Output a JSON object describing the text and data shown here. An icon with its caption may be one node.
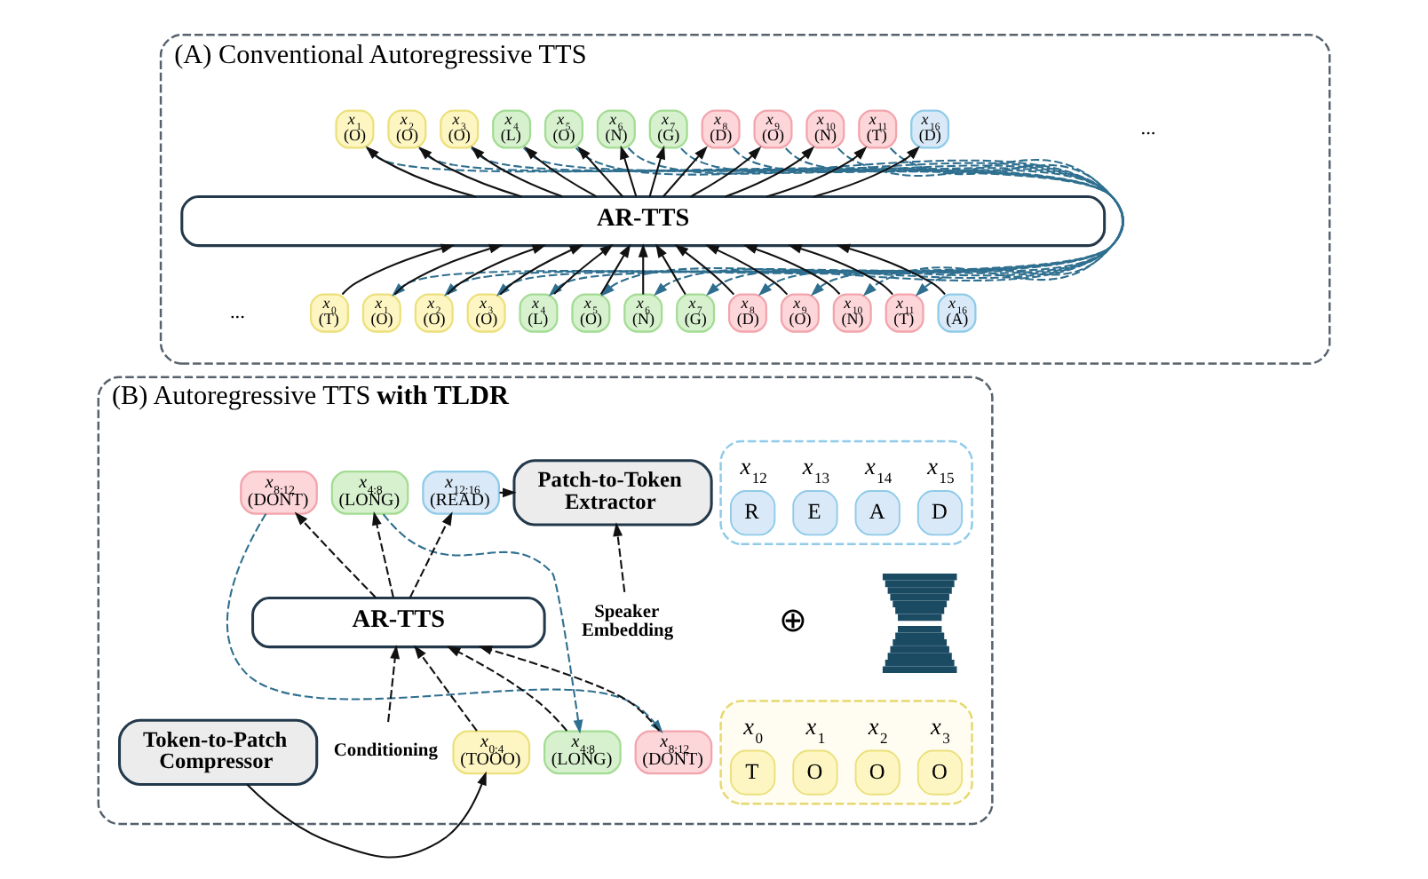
{
  "diagram": {
    "nodes": [
      {
        "text": [
          "(A) Conventional Autoregressive TTS"
        ]
      },
      {
        "text": [
          "*x*$_{1}$",
          "(O)"
        ],
        "in": 0
      },
      {
        "text": [
          "*x*$_{2}$",
          "(O)"
        ],
        "in": 0
      },
      {
        "text": [
          "*x*$_{3}$",
          "(O)"
        ],
        "in": 0
      },
      {
        "text": [
          "*x*$_{4}$",
          "(L)"
        ],
        "in": 0
      },
      {
        "text": [
          "*x*$_{5}$",
          "(O)"
        ],
        "in": 0
      },
      {
        "text": [
          "*x*$_{6}$",
          "(N)"
        ],
        "in": 0
      },
      {
        "text": [
          "*x*$_{7}$",
          "(G)"
        ],
        "in": 0
      },
      {
        "text": [
          "*x*$_{8}$",
          "(D)"
        ],
        "in": 0
      },
      {
        "text": [
          "*x*$_{9}$",
          "(O)"
        ],
        "in": 0
      },
      {
        "text": [
          "*x*$_{10}$",
          "(N)"
        ],
        "in": 0
      },
      {
        "text": [
          "*x*$_{11}$",
          "(T)"
        ],
        "in": 0
      },
      {
        "text": [
          "*x*$_{16}$",
          "(D)"
        ],
        "in": 0
      },
      {
        "text": [
          "AR-TTS"
        ],
        "in": 0
      },
      {
        "text": [
          "*x*$_{0}$",
          "(T)"
        ],
        "in": 0
      },
      {
        "text": [
          "*x*$_{1}$",
          "(O)"
        ],
        "in": 0
      },
      {
        "text": [
          "*x*$_{2}$",
          "(O)"
        ],
        "in": 0
      },
      {
        "text": [
          "*x*$_{3}$",
          "(O)"
        ],
        "in": 0
      },
      {
        "text": [
          "*x*$_{4}$",
          "(L)"
        ],
        "in": 0
      },
      {
        "text": [
          "*x*$_{5}$",
          "(O)"
        ],
        "in": 0
      },
      {
        "text": [
          "*x*$_{6}$",
          "(N)"
        ],
        "in": 0
      },
      {
        "text": [
          "*x*$_{7}$",
          "(G)"
        ],
        "in": 0
      },
      {
        "text": [
          "*x*$_{8}$",
          "(D)"
        ],
        "in": 0
      },
      {
        "text": [
          "*x*$_{9}$",
          "(O)"
        ],
        "in": 0
      },
      {
        "text": [
          "*x*$_{10}$",
          "(N)"
        ],
        "in": 0
      },
      {
        "text": [
          "*x*$_{11}$",
          "(T)"
        ],
        "in": 0
      },
      {
        "text": [
          "*x*$_{16}$",
          "(A)"
        ],
        "in": 0
      },
      {
        "text": [
          "(B) Autoregressive TTS **with TLDR**"
        ]
      },
      {
        "text": [
          "*x*$_{4:8}$",
          "(LONG)"
        ],
        "in": 27
      },
      {
        "text": [
          "*x*$_{8:12}$",
          "(DONT)"
        ],
        "in": 27
      },
      {
        "text": [
          "*x*$_{12:16}$",
          "(READ)"
        ],
        "in": 27
      },
      {
        "text": [
          "Patch-to-Token Extractor"
        ],
        "in": 27
      },
      {
        "text": [],
        "shape": "box",
        "in": 27
      },
      {
        "text": [
          "*x*$_{12}$",
          "R"
        ],
        "in": 32
      },
      {
        "text": [
          "*x*$_{13}$",
          "E"
        ],
        "in": 32
      },
      {
        "text": [
          "*x*$_{14}$",
          "A"
        ],
        "in": 32
      },
      {
        "text": [
          "*x*$_{15}$",
          "D"
        ],
        "in": 32
      },
      {
        "text": [
          "AR-TTS"
        ],
        "in": 27
      },
      {
        "text": [],
        "shape": "hourglass",
        "in": 27
      },
      {
        "text": [
          "Speaker Embedding"
        ],
        "in": 27
      },
      {
        "text": [
          "Conditioning"
        ],
        "in": 27
      },
      {
        "text": [
          "*x*$_{0:4}$",
          "(TOOO)"
        ],
        "in": 27
      },
      {
        "text": [
          "*x*$_{4:8}$",
          "(LONG)"
        ],
        "in": 27
      },
      {
        "text": [
          "*x*$_{8:12}$",
          "(DONT)"
        ],
        "in": 27
      },
      {
        "text": [],
        "shape": "box",
        "in": 27
      },
      {
        "text": [
          "*x*$_{0}$",
          "T"
        ],
        "in": 44
      },
      {
        "text": [
          "*x*$_{1}$",
          "O"
        ],
        "in": 44
      },
      {
        "text": [
          "*x*$_{2}$",
          "O"
        ],
        "in": 44
      },
      {
        "text": [
          "*x*$_{3}$",
          "O"
        ],
        "in": 44
      },
      {
        "text": [
          "Token-to-Patch Compressor"
        ],
        "in": 27
      }
    ],
    "edges": [
      {
        "from": 14,
        "to": 13,
        "arrow": "to"
      },
      {
        "from": 15,
        "to": 13,
        "arrow": "to"
      },
      {
        "from": 16,
        "to": 13,
        "arrow": "to"
      },
      {
        "from": 17,
        "to": 13,
        "arrow": "to"
      },
      {
        "from": 18,
        "to": 13,
        "arrow": "to"
      },
      {
        "from": 19,
        "to": 13,
        "arrow": "to"
      },
      {
        "from": 20,
        "to": 13,
        "arrow": "to"
      },
      {
        "from": 21,
        "to": 13,
        "arrow": "to"
      },
      {
        "from": 22,
        "to": 13,
        "arrow": "to"
      },
      {
        "from": 23,
        "to": 13,
        "arrow": "to"
      },
      {
        "from": 24,
        "to": 13,
        "arrow": "to"
      },
      {
        "from": 25,
        "to": 13,
        "arrow": "to"
      },
      {
        "from": 26,
        "to": 13,
        "arrow": "to"
      },
      {
        "from": 13,
        "to": 1,
        "arrow": "to"
      },
      {
        "from": 13,
        "to": 2,
        "arrow": "to"
      },
      {
        "from": 13,
        "to": 3,
        "arrow": "to"
      },
      {
        "from": 13,
        "to": 4,
        "arrow": "to"
      },
      {
        "from": 13,
        "to": 5,
        "arrow": "to"
      },
      {
        "from": 13,
        "to": 6,
        "arrow": "to"
      },
      {
        "from": 13,
        "to": 7,
        "arrow": "to"
      },
      {
        "from": 13,
        "to": 8,
        "arrow": "to"
      },
      {
        "from": 13,
        "to": 9,
        "arrow": "to"
      },
      {
        "from": 13,
        "to": 10,
        "arrow": "to"
      },
      {
        "from": 13,
        "to": 11,
        "arrow": "to"
      },
      {
        "from": 13,
        "to": 12,
        "arrow": "to"
      },
      {
        "from": 1,
        "to": 15,
        "arrow": "to",
        "style": "dashed",
        "color": "#2f6f8f"
      },
      {
        "from": 2,
        "to": 16,
        "arrow": "to",
        "style": "dashed",
        "color": "#2f6f8f"
      },
      {
        "from": 3,
        "to": 17,
        "arrow": "to",
        "style": "dashed",
        "color": "#2f6f8f"
      },
      {
        "from": 4,
        "to": 18,
        "arrow": "to",
        "style": "dashed",
        "color": "#2f6f8f"
      },
      {
        "from": 5,
        "to": 19,
        "arrow": "to",
        "style": "dashed",
        "color": "#2f6f8f"
      },
      {
        "from": 6,
        "to": 20,
        "arrow": "to",
        "style": "dashed",
        "color": "#2f6f8f"
      },
      {
        "from": 7,
        "to": 21,
        "arrow": "to",
        "style": "dashed",
        "color": "#2f6f8f"
      },
      {
        "from": 8,
        "to": 22,
        "arrow": "to",
        "style": "dashed",
        "color": "#2f6f8f"
      },
      {
        "from": 9,
        "to": 23,
        "arrow": "to",
        "style": "dashed",
        "color": "#2f6f8f"
      },
      {
        "from": 10,
        "to": 24,
        "arrow": "to",
        "style": "dashed",
        "color": "#2f6f8f"
      },
      {
        "from": 11,
        "to": 25,
        "arrow": "to",
        "style": "dashed",
        "color": "#2f6f8f"
      },
      {
        "from": 40,
        "to": 37,
        "arrow": "to",
        "style": "dashed"
      },
      {
        "from": 41,
        "to": 37,
        "arrow": "to",
        "style": "dashed"
      },
      {
        "from": 42,
        "to": 37,
        "arrow": "to",
        "style": "dashed"
      },
      {
        "from": 43,
        "to": 37,
        "arrow": "to",
        "style": "dashed"
      },
      {
        "from": 37,
        "to": 28,
        "arrow": "to",
        "style": "dashed"
      },
      {
        "from": 37,
        "to": 29,
        "arrow": "to",
        "style": "dashed"
      },
      {
        "from": 37,
        "to": 30,
        "arrow": "to",
        "style": "dashed"
      },
      {
        "from": 28,
        "to": 42,
        "arrow": "to",
        "style": "dashed",
        "color": "#2f6f8f"
      },
      {
        "from": 29,
        "to": 43,
        "arrow": "to",
        "style": "dashed",
        "color": "#2f6f8f"
      },
      {
        "from": 49,
        "to": 41,
        "arrow": "to"
      },
      {
        "from": 30,
        "to": 31,
        "arrow": "to"
      },
      {
        "from": 39,
        "to": 31,
        "arrow": "to",
        "style": "dashed"
      }
    ],
    "labels": [
      "...",
      "...",
      "⊕"
    ]
  }
}
